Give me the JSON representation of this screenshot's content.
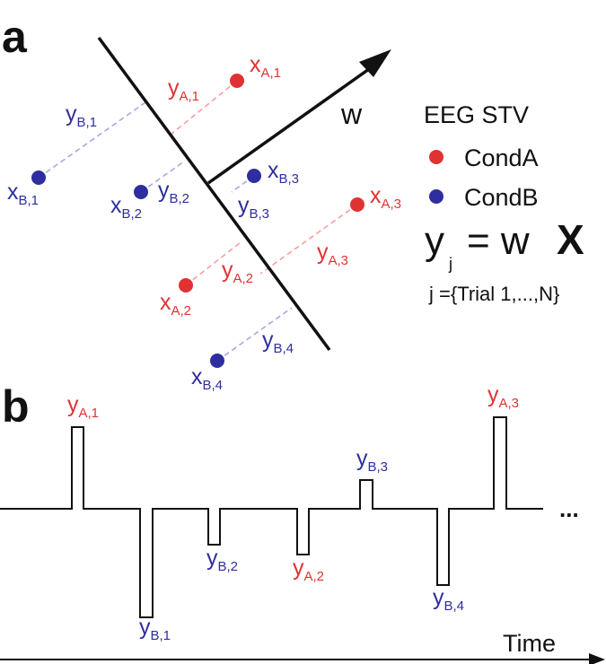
{
  "colors": {
    "condA": "#e03232",
    "condB": "#2e2ea0",
    "condA_dash": "#f4a0a0",
    "condB_dash": "#a8a8e0",
    "ink": "#111111"
  },
  "panel_a": {
    "label": "a",
    "w_label": "w",
    "legend": {
      "title": "EEG STV",
      "items": [
        {
          "label": "CondA"
        },
        {
          "label": "CondB"
        }
      ]
    },
    "equation": {
      "y": "y",
      "y_sub": "j",
      "eq": "= w",
      "X": "X"
    },
    "index_text": "j ={Trial 1,...,N}",
    "points": [
      {
        "id": "xA1",
        "cond": "A",
        "main": "x",
        "sub": "A,1",
        "proj_main": "y",
        "proj_sub": "A,1"
      },
      {
        "id": "xA2",
        "cond": "A",
        "main": "x",
        "sub": "A,2",
        "proj_main": "y",
        "proj_sub": "A,2"
      },
      {
        "id": "xA3",
        "cond": "A",
        "main": "x",
        "sub": "A,3",
        "proj_main": "y",
        "proj_sub": "A,3"
      },
      {
        "id": "xB1",
        "cond": "B",
        "main": "x",
        "sub": "B,1",
        "proj_main": "y",
        "proj_sub": "B,1"
      },
      {
        "id": "xB2",
        "cond": "B",
        "main": "x",
        "sub": "B,2",
        "proj_main": "y",
        "proj_sub": "B,2"
      },
      {
        "id": "xB3",
        "cond": "B",
        "main": "x",
        "sub": "B,3",
        "proj_main": "y",
        "proj_sub": "B,3"
      },
      {
        "id": "xB4",
        "cond": "B",
        "main": "x",
        "sub": "B,4",
        "proj_main": "y",
        "proj_sub": "B,4"
      }
    ]
  },
  "panel_b": {
    "label": "b",
    "axis_label": "Time",
    "ellipsis": "...",
    "pulses": [
      {
        "main": "y",
        "sub": "A,1",
        "cond": "A",
        "direction": "up"
      },
      {
        "main": "y",
        "sub": "B,1",
        "cond": "B",
        "direction": "down"
      },
      {
        "main": "y",
        "sub": "B,2",
        "cond": "B",
        "direction": "down"
      },
      {
        "main": "y",
        "sub": "A,2",
        "cond": "A",
        "direction": "down"
      },
      {
        "main": "y",
        "sub": "B,3",
        "cond": "B",
        "direction": "up"
      },
      {
        "main": "y",
        "sub": "B,4",
        "cond": "B",
        "direction": "down"
      },
      {
        "main": "y",
        "sub": "A,3",
        "cond": "A",
        "direction": "up"
      }
    ]
  }
}
